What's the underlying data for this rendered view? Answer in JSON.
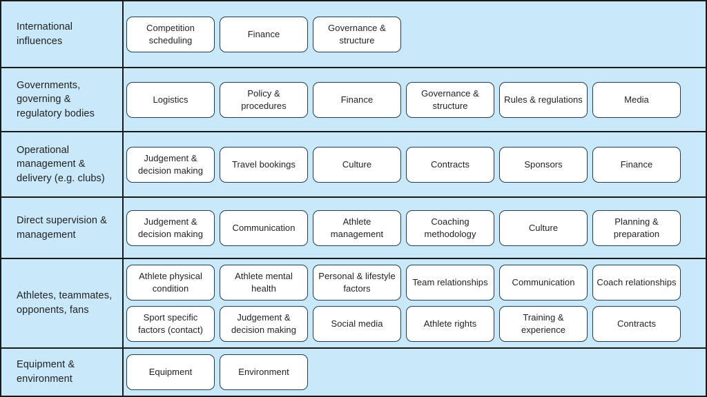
{
  "colors": {
    "background_blue": "#c9e9fa",
    "frame_border": "#1a1a1a",
    "node_fill": "#ffffff",
    "node_border": "#1f3b4d",
    "text": "#1f1f1f"
  },
  "diagram": {
    "rows": [
      {
        "label": "International influences",
        "lines": [
          [
            "Competition scheduling",
            "Finance",
            "Governance & structure"
          ]
        ]
      },
      {
        "label": "Governments, governing & regulatory  bodies",
        "lines": [
          [
            "Logistics",
            "Policy & procedures",
            "Finance",
            "Governance & structure",
            "Rules & regulations",
            "Media"
          ]
        ]
      },
      {
        "label": "Operational management & delivery (e.g. clubs)",
        "lines": [
          [
            "Judgement & decision making",
            "Travel bookings",
            "Culture",
            "Contracts",
            "Sponsors",
            "Finance"
          ]
        ]
      },
      {
        "label": "Direct supervision & management",
        "lines": [
          [
            "Judgement & decision making",
            "Communication",
            "Athlete management",
            "Coaching methodology",
            "Culture",
            "Planning & preparation"
          ]
        ]
      },
      {
        "label": "Athletes, teammates, opponents, fans",
        "lines": [
          [
            "Athlete physical condition",
            "Athlete mental health",
            "Personal & lifestyle factors",
            "Team relationships",
            "Communication",
            "Coach relationships"
          ],
          [
            "Sport specific factors (contact)",
            "Judgement & decision making",
            "Social media",
            "Athlete rights",
            "Training & experience",
            "Contracts"
          ]
        ]
      },
      {
        "label": "Equipment & environment",
        "lines": [
          [
            "Equipment",
            "Environment"
          ]
        ]
      }
    ]
  }
}
